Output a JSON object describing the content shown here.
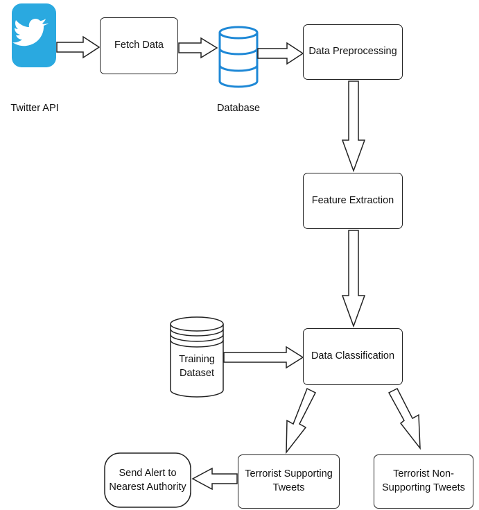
{
  "nodes": {
    "twitter_api": "Twitter API",
    "fetch_data": "Fetch Data",
    "database": "Database",
    "data_preprocessing": "Data Preprocessing",
    "feature_extraction": "Feature Extraction",
    "training_dataset": [
      "Training",
      "Dataset"
    ],
    "data_classification": "Data Classification",
    "terrorist_supporting": [
      "Terrorist Supporting",
      "Tweets"
    ],
    "terrorist_non_supporting": [
      "Terrorist Non-",
      "Supporting Tweets"
    ],
    "send_alert": [
      "Send Alert to",
      "Nearest Authority"
    ]
  },
  "colors": {
    "twitter_blue": "#2aa9e0",
    "database_blue": "#1e88d6",
    "stroke": "#222222"
  },
  "icons": {
    "twitter": "twitter-bird-icon",
    "database": "database-icon",
    "training": "cylinder-stack-icon"
  }
}
